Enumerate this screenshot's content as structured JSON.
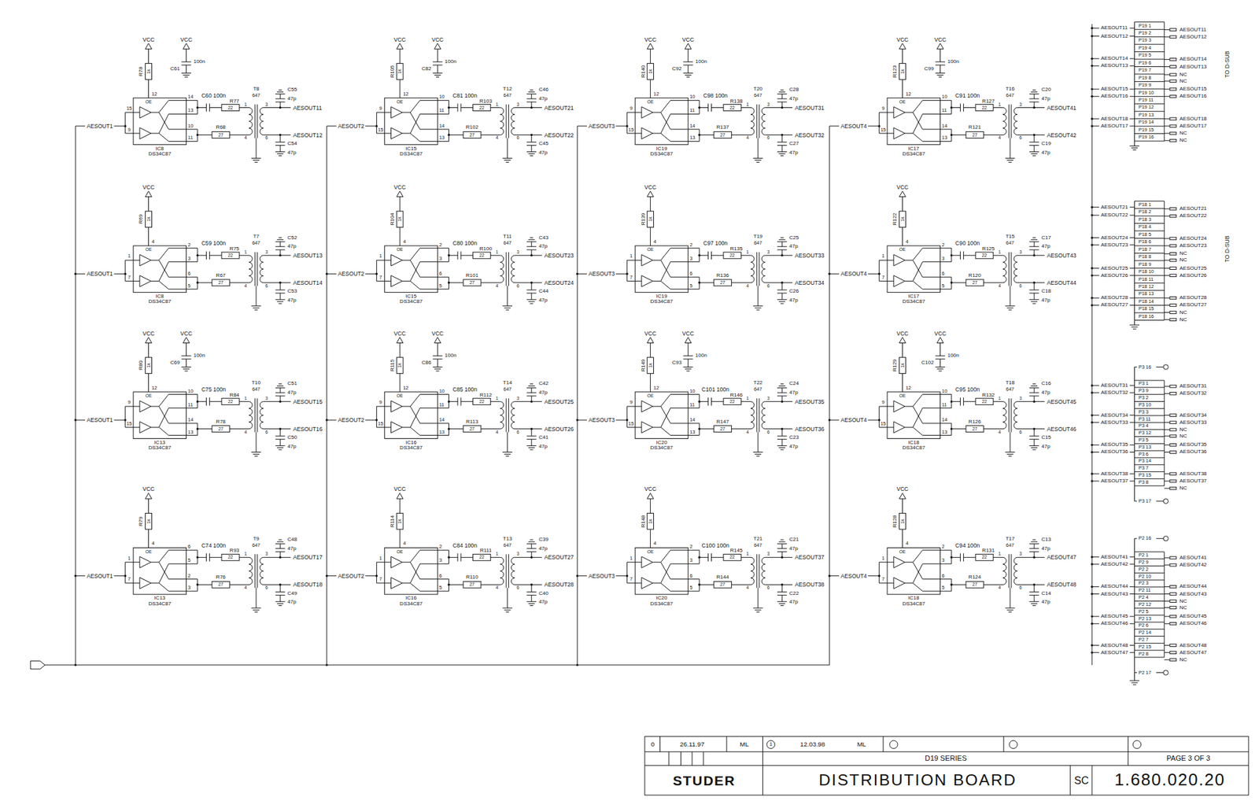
{
  "diagram": {
    "labels": [
      "VCC",
      "R78",
      "1k",
      "VCC",
      "100n",
      "C61",
      "AESOUT1",
      "12",
      "OE",
      "15",
      "9",
      "14",
      "13",
      "10",
      "11",
      "IC8",
      "DS34C87",
      "C60 100n",
      "R77",
      "22",
      "R68",
      "27",
      "T8",
      "647",
      "1",
      "4",
      "3",
      "6",
      "C55",
      "47p",
      "C54",
      "47p",
      "AESOUT11",
      "AESOUT12",
      "VCC",
      "R105",
      "1k",
      "VCC",
      "100n",
      "C82",
      "AESOUT2",
      "12",
      "OE",
      "9",
      "15",
      "10",
      "11",
      "14",
      "13",
      "IC15",
      "DS34C87",
      "C81 100n",
      "R103",
      "22",
      "R102",
      "27",
      "T12",
      "647",
      "1",
      "4",
      "3",
      "6",
      "C46",
      "47p",
      "C45",
      "47p",
      "AESOUT21",
      "AESOUT22",
      "VCC",
      "R140",
      "1k",
      "VCC",
      "100n",
      "C92",
      "AESOUT3",
      "12",
      "OE",
      "9",
      "15",
      "10",
      "11",
      "14",
      "13",
      "IC19",
      "DS34C87",
      "C98 100n",
      "R138",
      "22",
      "R137",
      "27",
      "T20",
      "647",
      "1",
      "4",
      "3",
      "6",
      "C28",
      "47p",
      "C27",
      "47p",
      "AESOUT31",
      "AESOUT32",
      "VCC",
      "R123",
      "1k",
      "VCC",
      "100n",
      "C99",
      "AESOUT4",
      "12",
      "OE",
      "9",
      "15",
      "10",
      "11",
      "14",
      "13",
      "IC17",
      "DS34C87",
      "C91 100n",
      "R127",
      "22",
      "R121",
      "27",
      "T16",
      "647",
      "1",
      "4",
      "3",
      "6",
      "C20",
      "47p",
      "C19",
      "47p",
      "AESOUT41",
      "AESOUT42",
      "VCC",
      "R69",
      "1k",
      "AESOUT1",
      "4",
      "OE",
      "1",
      "7",
      "2",
      "3",
      "6",
      "5",
      "IC8",
      "DS34C87",
      "C59 100n",
      "R75",
      "22",
      "R67",
      "27",
      "T7",
      "647",
      "1",
      "4",
      "3",
      "6",
      "C52",
      "47p",
      "C53",
      "47p",
      "AESOUT13",
      "AESOUT14",
      "VCC",
      "R104",
      "1k",
      "AESOUT2",
      "4",
      "OE",
      "1",
      "7",
      "2",
      "3",
      "6",
      "5",
      "IC15",
      "DS34C87",
      "C80 100n",
      "R100",
      "22",
      "R101",
      "27",
      "T11",
      "647",
      "1",
      "4",
      "3",
      "6",
      "C43",
      "47p",
      "C44",
      "47p",
      "AESOUT23",
      "AESOUT24",
      "VCC",
      "R139",
      "1k",
      "AESOUT3",
      "4",
      "OE",
      "1",
      "7",
      "2",
      "3",
      "6",
      "5",
      "IC19",
      "DS34C87",
      "C97 100n",
      "R135",
      "22",
      "R136",
      "27",
      "T19",
      "647",
      "1",
      "4",
      "3",
      "6",
      "C25",
      "47p",
      "C26",
      "47p",
      "AESOUT33",
      "AESOUT34",
      "VCC",
      "R122",
      "1k",
      "AESOUT4",
      "4",
      "OE",
      "1",
      "7",
      "2",
      "3",
      "6",
      "5",
      "IC17",
      "DS34C87",
      "C90 100n",
      "R125",
      "22",
      "R120",
      "27",
      "T15",
      "647",
      "1",
      "4",
      "3",
      "6",
      "C17",
      "47p",
      "C18",
      "47p",
      "AESOUT43",
      "AESOUT44",
      "VCC",
      "R80",
      "1k",
      "VCC",
      "100n",
      "C69",
      "AESOUT1",
      "12",
      "OE",
      "9",
      "15",
      "10",
      "11",
      "14",
      "13",
      "IC13",
      "DS34C87",
      "C75 100n",
      "R84",
      "22",
      "R78",
      "27",
      "T10",
      "647",
      "1",
      "4",
      "3",
      "6",
      "C51",
      "47p",
      "C50",
      "47p",
      "AESOUT15",
      "AESOUT16",
      "VCC",
      "R115",
      "1k",
      "VCC",
      "100n",
      "C86",
      "AESOUT2",
      "12",
      "OE",
      "9",
      "15",
      "10",
      "11",
      "14",
      "13",
      "IC16",
      "DS34C87",
      "C85 100n",
      "R112",
      "22",
      "R113",
      "27",
      "T14",
      "647",
      "1",
      "4",
      "3",
      "6",
      "C42",
      "47p",
      "C41",
      "47p",
      "AESOUT25",
      "AESOUT26",
      "VCC",
      "R149",
      "1k",
      "VCC",
      "100n",
      "C93",
      "AESOUT3",
      "12",
      "OE",
      "9",
      "15",
      "10",
      "11",
      "14",
      "13",
      "IC20",
      "DS34C87",
      "C101 100n",
      "R146",
      "22",
      "R147",
      "27",
      "T22",
      "647",
      "1",
      "4",
      "3",
      "6",
      "C24",
      "47p",
      "C23",
      "47p",
      "AESOUT35",
      "AESOUT36",
      "VCC",
      "R129",
      "1k",
      "VCC",
      "100n",
      "C102",
      "AESOUT4",
      "12",
      "OE",
      "9",
      "15",
      "10",
      "11",
      "14",
      "13",
      "IC18",
      "DS34C87",
      "C95 100n",
      "R132",
      "22",
      "R126",
      "27",
      "T18",
      "647",
      "1",
      "4",
      "3",
      "6",
      "C16",
      "47p",
      "C15",
      "47p",
      "AESOUT45",
      "AESOUT46",
      "VCC",
      "R79",
      "1k",
      "AESOUT1",
      "4",
      "OE",
      "1",
      "7",
      "6",
      "5",
      "2",
      "3",
      "IC13",
      "DS34C87",
      "C74 100n",
      "R93",
      "22",
      "R76",
      "27",
      "T9",
      "647",
      "1",
      "4",
      "3",
      "6",
      "C48",
      "47p",
      "C49",
      "47p",
      "AESOUT17",
      "AESOUT18",
      "VCC",
      "R114",
      "1k",
      "AESOUT2",
      "4",
      "OE",
      "1",
      "7",
      "2",
      "3",
      "6",
      "5",
      "IC16",
      "DS34C87",
      "C84 100n",
      "R111",
      "22",
      "R110",
      "27",
      "T13",
      "647",
      "1",
      "4",
      "3",
      "6",
      "C39",
      "47p",
      "C40",
      "47p",
      "AESOUT27",
      "AESOUT28",
      "VCC",
      "R148",
      "1k",
      "AESOUT3",
      "4",
      "OE",
      "1",
      "7",
      "2",
      "3",
      "6",
      "5",
      "IC20",
      "DS34C87",
      "C100 100n",
      "R145",
      "22",
      "R144",
      "27",
      "T21",
      "647",
      "1",
      "4",
      "3",
      "6",
      "C21",
      "47p",
      "C22",
      "47p",
      "AESOUT37",
      "AESOUT38",
      "VCC",
      "R128",
      "1k",
      "AESOUT4",
      "4",
      "OE",
      "1",
      "7",
      "2",
      "3",
      "6",
      "5",
      "IC18",
      "DS34C87",
      "C94 100n",
      "R131",
      "22",
      "R124",
      "27",
      "T17",
      "647",
      "1",
      "4",
      "3",
      "6",
      "C13",
      "47p",
      "C14",
      "47p",
      "AESOUT47",
      "AESOUT48",
      "AESOUT11",
      "AESOUT12",
      "AESOUT14",
      "AESOUT13",
      "AESOUT15",
      "AESOUT16",
      "AESOUT18",
      "AESOUT17",
      "P19 1",
      "P19 2",
      "P19 3",
      "P19 4",
      "P19 5",
      "P19 6",
      "P19 7",
      "P19 8",
      "P19 9",
      "P19 10",
      "P19 11",
      "P19 12",
      "P19 13",
      "P19 14",
      "P19 15",
      "P19 16",
      "AESOUT11",
      "AESOUT12",
      "AESOUT14",
      "AESOUT13",
      "NC",
      "NC",
      "AESOUT15",
      "AESOUT16",
      "AESOUT18",
      "AESOUT17",
      "NC",
      "NC",
      "TO D-SUB",
      "AESOUT21",
      "AESOUT22",
      "AESOUT24",
      "AESOUT23",
      "AESOUT25",
      "AESOUT26",
      "AESOUT28",
      "AESOUT27",
      "P18 1",
      "P18 2",
      "P18 3",
      "P18 4",
      "P18 5",
      "P18 6",
      "P18 7",
      "P18 8",
      "P18 9",
      "P18 10",
      "P18 11",
      "P18 12",
      "P18 13",
      "P18 14",
      "P18 15",
      "P18 16",
      "AESOUT21",
      "AESOUT22",
      "AESOUT24",
      "AESOUT23",
      "NC",
      "NC",
      "AESOUT25",
      "AESOUT26",
      "AESOUT28",
      "AESOUT27",
      "NC",
      "NC",
      "TO D-SUB",
      "AESOUT31",
      "AESOUT32",
      "AESOUT34",
      "AESOUT33",
      "AESOUT35",
      "AESOUT36",
      "AESOUT38",
      "AESOUT37",
      "P3 16",
      "P3 1",
      "P3 9",
      "P3 2",
      "P3 10",
      "P3 3",
      "P3 11",
      "P3 4",
      "P3 12",
      "P3 5",
      "P3 13",
      "P3 6",
      "P3 14",
      "P3 7",
      "P3 15",
      "P3 8",
      "P3 17",
      "AESOUT31",
      "AESOUT32",
      "AESOUT34",
      "AESOUT33",
      "NC",
      "NC",
      "AESOUT35",
      "AESOUT36",
      "AESOUT38",
      "AESOUT37",
      "NC",
      "AESOUT41",
      "AESOUT42",
      "AESOUT44",
      "AESOUT43",
      "AESOUT45",
      "AESOUT46",
      "AESOUT48",
      "AESOUT47",
      "P2 16",
      "P2 1",
      "P2 9",
      "P2 2",
      "P2 10",
      "P2 3",
      "P2 11",
      "P2 4",
      "P2 12",
      "P2 5",
      "P2 13",
      "P2 6",
      "P2 14",
      "P2 7",
      "P2 15",
      "P2 8",
      "P2 17",
      "AESOUT41",
      "AESOUT42",
      "AESOUT44",
      "AESOUT43",
      "NC",
      "NC",
      "AESOUT45",
      "AESOUT46",
      "AESOUT48",
      "AESOUT47",
      "NC",
      "0",
      "26.11.97",
      "ML",
      "1",
      "12.03.98",
      "ML",
      "D19 SERIES",
      "PAGE 3 OF 3",
      "STUDER",
      "DISTRIBUTION BOARD",
      "SC",
      "1.680.020.20"
    ]
  }
}
